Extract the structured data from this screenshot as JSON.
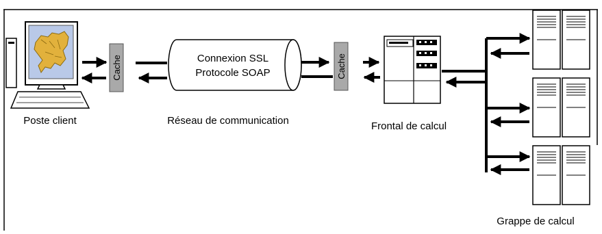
{
  "labels": {
    "client": "Poste client",
    "network": "Réseau de communication",
    "frontend": "Frontal de calcul",
    "cluster": "Grappe de calcul",
    "cache_left": "Cache",
    "cache_right": "Cache",
    "tunnel_line1": "Connexion SSL",
    "tunnel_line2": "Protocole SOAP"
  },
  "colors": {
    "cache_fill": "#a9a9a9",
    "map_land": "#e2b13c",
    "map_sea": "#b9c9e8",
    "server_face": "#ffffff",
    "line": "#000000"
  }
}
